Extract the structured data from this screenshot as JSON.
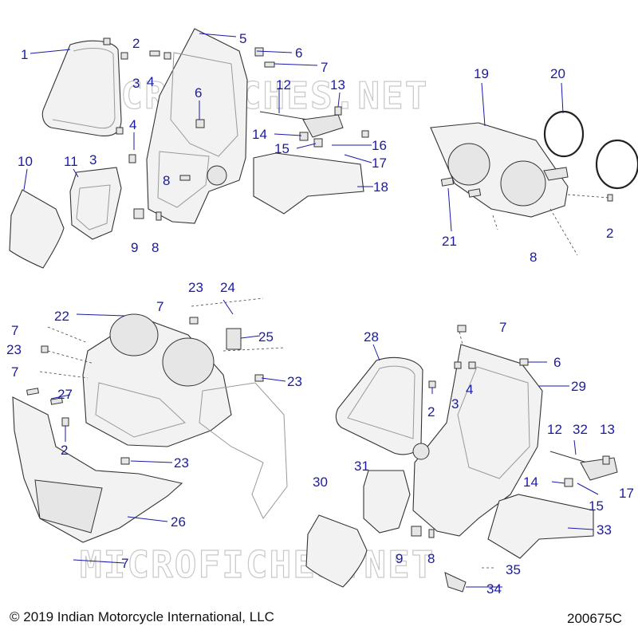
{
  "watermark": "MICROFICHES.NET",
  "copyright": "© 2019 Indian Motorcycle International, LLC",
  "diagram_id": "200675C",
  "callouts": [
    {
      "id": "c1",
      "label": "1"
    },
    {
      "id": "c2a",
      "label": "2"
    },
    {
      "id": "c3a",
      "label": "3"
    },
    {
      "id": "c4a",
      "label": "4"
    },
    {
      "id": "c5",
      "label": "5"
    },
    {
      "id": "c6a",
      "label": "6"
    },
    {
      "id": "c7a",
      "label": "7"
    },
    {
      "id": "c6b",
      "label": "6"
    },
    {
      "id": "c12a",
      "label": "12"
    },
    {
      "id": "c13a",
      "label": "13"
    },
    {
      "id": "c4b",
      "label": "4"
    },
    {
      "id": "c10",
      "label": "10"
    },
    {
      "id": "c11",
      "label": "11"
    },
    {
      "id": "c3b",
      "label": "3"
    },
    {
      "id": "c8a",
      "label": "8"
    },
    {
      "id": "c14a",
      "label": "14"
    },
    {
      "id": "c15a",
      "label": "15"
    },
    {
      "id": "c16",
      "label": "16"
    },
    {
      "id": "c17a",
      "label": "17"
    },
    {
      "id": "c18",
      "label": "18"
    },
    {
      "id": "c9a",
      "label": "9"
    },
    {
      "id": "c8b",
      "label": "8"
    },
    {
      "id": "c19",
      "label": "19"
    },
    {
      "id": "c20",
      "label": "20"
    },
    {
      "id": "c21",
      "label": "21"
    },
    {
      "id": "c2b",
      "label": "2"
    },
    {
      "id": "c8c",
      "label": "8"
    },
    {
      "id": "c23a",
      "label": "23"
    },
    {
      "id": "c24",
      "label": "24"
    },
    {
      "id": "c7b",
      "label": "7"
    },
    {
      "id": "c22",
      "label": "22"
    },
    {
      "id": "c7c",
      "label": "7"
    },
    {
      "id": "c23b",
      "label": "23"
    },
    {
      "id": "c25",
      "label": "25"
    },
    {
      "id": "c7d",
      "label": "7"
    },
    {
      "id": "c23c",
      "label": "23"
    },
    {
      "id": "c27",
      "label": "27"
    },
    {
      "id": "c2c",
      "label": "2"
    },
    {
      "id": "c23d",
      "label": "23"
    },
    {
      "id": "c26",
      "label": "26"
    },
    {
      "id": "c7e",
      "label": "7"
    },
    {
      "id": "c28",
      "label": "28"
    },
    {
      "id": "c7f",
      "label": "7"
    },
    {
      "id": "c6c",
      "label": "6"
    },
    {
      "id": "c29",
      "label": "29"
    },
    {
      "id": "c3c",
      "label": "3"
    },
    {
      "id": "c4c",
      "label": "4"
    },
    {
      "id": "c2d",
      "label": "2"
    },
    {
      "id": "c12b",
      "label": "12"
    },
    {
      "id": "c32",
      "label": "32"
    },
    {
      "id": "c13b",
      "label": "13"
    },
    {
      "id": "c14b",
      "label": "14"
    },
    {
      "id": "c17b",
      "label": "17"
    },
    {
      "id": "c15b",
      "label": "15"
    },
    {
      "id": "c31",
      "label": "31"
    },
    {
      "id": "c30",
      "label": "30"
    },
    {
      "id": "c33",
      "label": "33"
    },
    {
      "id": "c9b",
      "label": "9"
    },
    {
      "id": "c8d",
      "label": "8"
    },
    {
      "id": "c35",
      "label": "35"
    },
    {
      "id": "c34",
      "label": "34"
    }
  ]
}
